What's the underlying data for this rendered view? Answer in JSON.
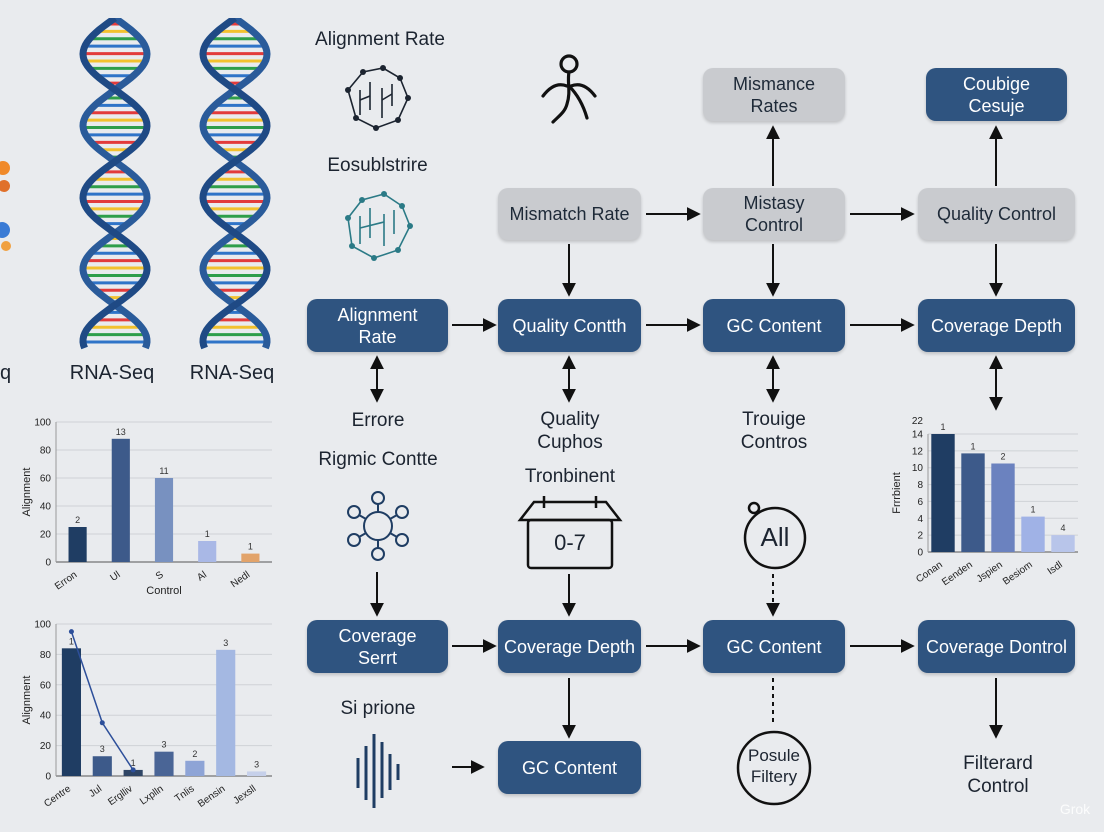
{
  "labels": {
    "alignment_rate_top": "Alignment Rate",
    "eosubl": "Eosublstrire",
    "rna_seq_1": "RNA-Seq",
    "rna_seq_2": "RNA-Seq",
    "rna_seq_cut": "q",
    "errore": "Errore",
    "rigmic": "Rigmic Contte",
    "quality_cuphos": "Quality\nCuphos",
    "tronbinent": "Tronbinent",
    "trouige": "Trouige\nContros",
    "si_prione": "Si prione",
    "filterard": "Filterard\nControl",
    "watermark": "Grok"
  },
  "boxes": {
    "mismance": "Mismance\nRates",
    "coubige": "Coubige\nCesuje",
    "mismatch_rate": "Mismatch Rate",
    "mistasy": "Mistasy\nControl",
    "quality_control": "Quality Control",
    "alignment_rate": "Alignment\nRate",
    "quality_contth": "Quality Contth",
    "gc_content_1": "GC Content",
    "coverage_depth_1": "Coverage Depth",
    "coverage_serut": "Coverage\nSerrt",
    "coverage_depth_2": "Coverage Depth",
    "gc_content_2": "GC Content",
    "coverage_dontrol": "Coverage Dontrol",
    "gc_content_3": "GC Content"
  },
  "icons": {
    "box_value": "0-7",
    "circle_all": "All",
    "posule": "Posule\nFiltery"
  },
  "chart_data": [
    {
      "type": "bar",
      "ylabel": "Alignment",
      "xlabel": "Control",
      "ylim": [
        0,
        100
      ],
      "yticks": [
        0,
        20,
        40,
        60,
        80,
        100
      ],
      "categories": [
        "Erron",
        "Ul",
        "S",
        "Al",
        "Nedl"
      ],
      "values": [
        25,
        88,
        60,
        15,
        6
      ],
      "data_labels": [
        "2",
        "13",
        "11",
        "1",
        "1"
      ],
      "colors": [
        "#1f3d63",
        "#3d5a8a",
        "#7891c0",
        "#a9b8e6",
        "#e2a36a"
      ]
    },
    {
      "type": "bar",
      "ylabel": "Alignment",
      "ylim": [
        0,
        100
      ],
      "yticks": [
        0,
        20,
        40,
        60,
        80,
        100
      ],
      "categories": [
        "Centre",
        "Jul",
        "Erglliv",
        "Lxplln",
        "Tnlis",
        "Bensin",
        "Jexsll"
      ],
      "values": [
        84,
        13,
        4,
        16,
        10,
        83,
        3
      ],
      "data_labels": [
        "1",
        "3",
        "1",
        "3",
        "2",
        "3",
        "3"
      ],
      "line_values": [
        95,
        35,
        4
      ],
      "colors": [
        "#1f3d63",
        "#3d5a8a",
        "#2f4565",
        "#4a6596",
        "#8ea4d6",
        "#a4b8e2",
        "#c6d0ea"
      ]
    },
    {
      "type": "bar",
      "ylabel": "Frrrbient",
      "ylim": [
        0,
        14
      ],
      "yticks": [
        0,
        2,
        4,
        6,
        8,
        10,
        12,
        14
      ],
      "top_tick": "22",
      "categories": [
        "Conan",
        "Eenden",
        "Jspien",
        "Besiom",
        "Isdl"
      ],
      "values": [
        14,
        11.7,
        10.5,
        4.2,
        2
      ],
      "data_labels": [
        "1",
        "1",
        "2",
        "1",
        "4"
      ],
      "colors": [
        "#1f3d63",
        "#3d5a8a",
        "#6b82bf",
        "#a0b2e6",
        "#b8c5ea"
      ]
    }
  ]
}
